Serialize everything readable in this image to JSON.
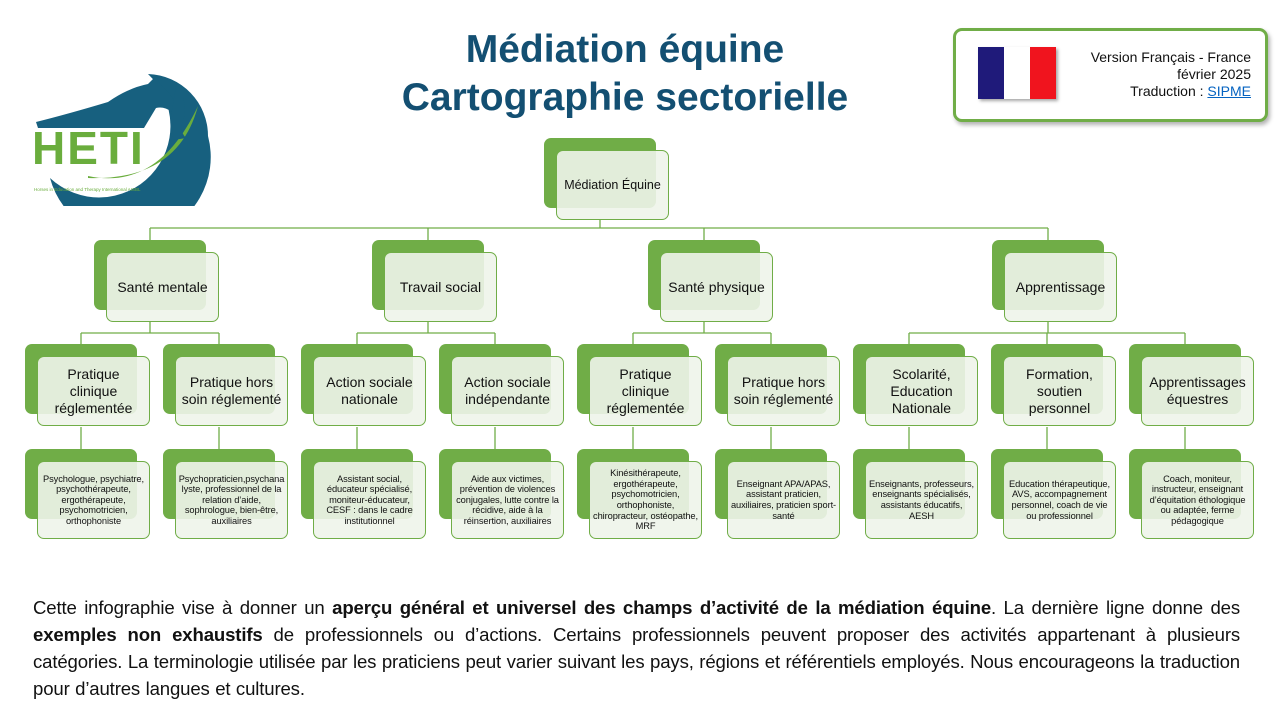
{
  "title": {
    "line1": "Médiation équine",
    "line2": "Cartographie sectorielle"
  },
  "logo": {
    "text": "HETI",
    "subtitle": "Horses in Education and Therapy International AISBL"
  },
  "version_box": {
    "line1": "Version Français - France",
    "line2": "février 2025",
    "translation_label": "Traduction : ",
    "translation_link": "SIPME",
    "flag_colors": [
      "#1f1a7a",
      "#ffffff",
      "#f0141e"
    ]
  },
  "colors": {
    "accent_green": "#70ad47",
    "title_blue": "#134f72"
  },
  "tree": {
    "root": "Médiation Équine",
    "sectors": [
      {
        "label": "Santé mentale",
        "children": [
          {
            "label": "Pratique clinique réglementée",
            "examples": "Psychologue, psychiatre, psychothérapeute, ergothérapeute, psychomotricien, orthophoniste"
          },
          {
            "label": "Pratique hors soin réglementé",
            "examples": "Psychopraticien,psychanalyste, professionnel de la relation d’aide, sophrologue, bien-être, auxiliaires"
          }
        ]
      },
      {
        "label": "Travail social",
        "children": [
          {
            "label": "Action sociale nationale",
            "examples": "Assistant social, éducateur spécialisé, moniteur-éducateur, CESF : dans le cadre institutionnel"
          },
          {
            "label": "Action sociale indépendante",
            "examples": "Aide aux victimes, prévention de violences conjugales, lutte contre la récidive, aide à la réinsertion, auxiliaires"
          }
        ]
      },
      {
        "label": "Santé physique",
        "children": [
          {
            "label": "Pratique clinique réglementée",
            "examples": "Kinésithérapeute, ergothérapeute, psychomotricien, orthophoniste, chiropracteur, ostéopathe, MRF"
          },
          {
            "label": "Pratique hors soin réglementé",
            "examples": "Enseignant APA/APAS, assistant praticien, auxiliaires, praticien sport-santé"
          }
        ]
      },
      {
        "label": "Apprentissage",
        "children": [
          {
            "label": "Scolarité, Education Nationale",
            "examples": "Enseignants, professeurs, enseignants spécialisés, assistants éducatifs, AESH"
          },
          {
            "label": "Formation, soutien personnel",
            "examples": "Education thérapeutique, AVS, accompagnement personnel, coach de vie ou professionnel"
          },
          {
            "label": "Apprentissages équestres",
            "examples": "Coach, moniteur, instructeur, enseignant d’équitation éthologique ou adaptée, ferme pédagogique"
          }
        ]
      }
    ]
  },
  "description": [
    {
      "text": "Cette infographie vise à donner un ",
      "bold": false
    },
    {
      "text": "aperçu général et universel des champs d’activité de la médiation équine",
      "bold": true
    },
    {
      "text": ". La dernière ligne donne des ",
      "bold": false
    },
    {
      "text": "exemples non exhaustifs",
      "bold": true
    },
    {
      "text": " de professionnels ou d’actions. Certains professionnels peuvent proposer des activités appartenant à plusieurs catégories. La terminologie utilisée par les praticiens peut varier suivant les pays, régions et référentiels employés. Nous encourageons la traduction pour d’autres langues et cultures.",
      "bold": false
    }
  ]
}
